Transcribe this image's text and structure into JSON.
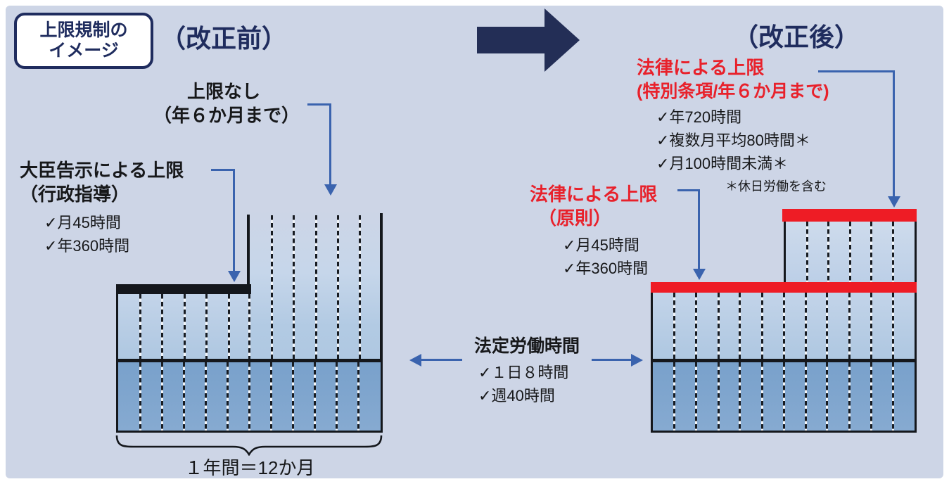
{
  "legend_box": {
    "line1": "上限規制の",
    "line2": "イメージ"
  },
  "titles": {
    "before": "（改正前）",
    "after": "（改正後）"
  },
  "before": {
    "no_limit": {
      "line1": "上限なし",
      "line2": "（年６か月まで）"
    },
    "minister_limit": {
      "heading": "大臣告示による上限",
      "subheading": "（行政指導）",
      "items": [
        "✓月45時間",
        "✓年360時間"
      ]
    },
    "year_label": "１年間＝12か月"
  },
  "statutory": {
    "heading": "法定労働時間",
    "items": [
      "✓１日８時間",
      "✓週40時間"
    ]
  },
  "after": {
    "special_limit": {
      "heading": "法律による上限",
      "subheading": "(特別条項/年６か月まで)",
      "items": [
        "✓年720時間",
        "✓複数月平均80時間＊",
        "✓月100時間未満＊"
      ],
      "note": "＊休日労働を含む"
    },
    "principle_limit": {
      "heading": "法律による上限",
      "subheading": "（原則）",
      "items": [
        "✓月45時間",
        "✓年360時間"
      ]
    }
  },
  "colors": {
    "board_bg": "#cdd5e6",
    "navy": "#1f2c5e",
    "red_accent": "#ee1c25",
    "red_text": "#e8212b",
    "blue_arrow": "#3a63ae",
    "light_fill": "#b4cbe3",
    "dark_fill": "#7da4ce",
    "line_black": "#14171c"
  },
  "structure": {
    "months_per_year": 12,
    "capped_months": 6,
    "special_months": 6
  }
}
